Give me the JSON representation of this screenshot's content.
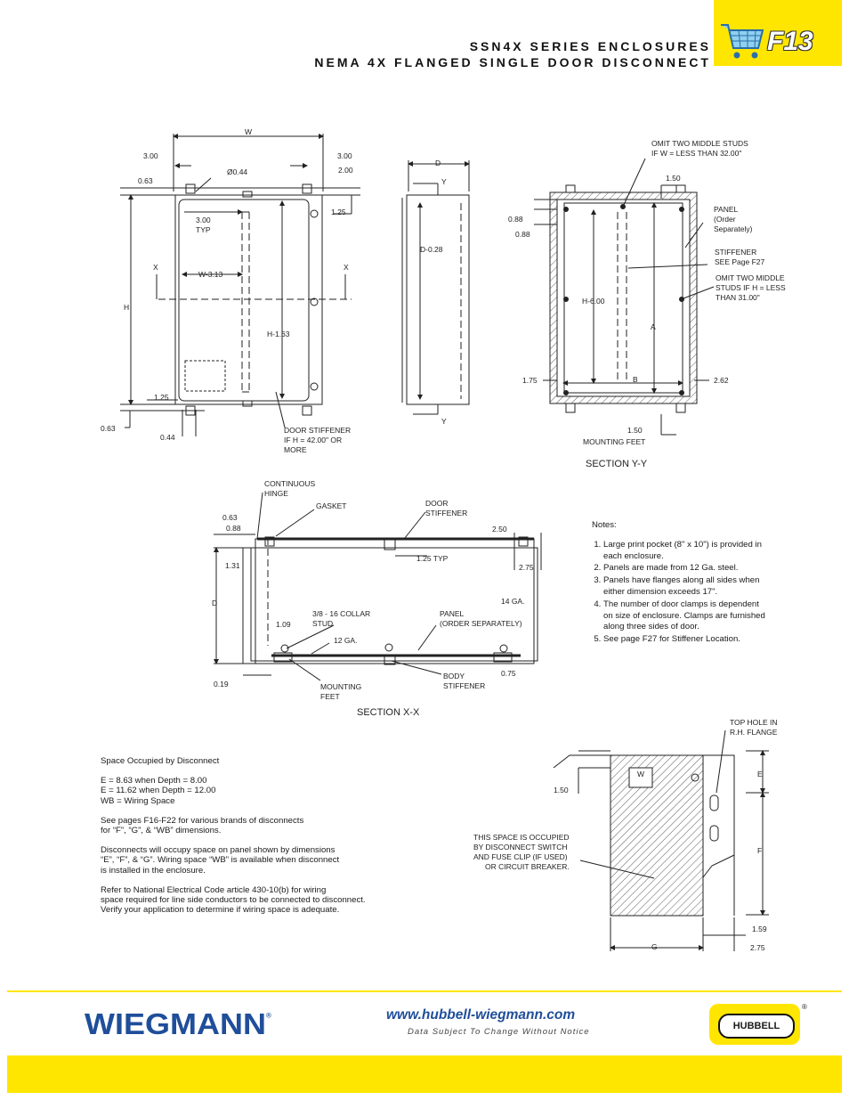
{
  "header": {
    "title_line1": "SSN4X SERIES ENCLOSURES",
    "title_line2": "NEMA 4X FLANGED SINGLE DOOR DISCONNECT",
    "page_code": "F13",
    "tab_color": "#ffe600",
    "icon": "shopping-cart-icon"
  },
  "front_view": {
    "dims": {
      "w": "W",
      "left_300": "3.00",
      "right_300": "3.00",
      "right_200": "2.00",
      "top_063": "0.63",
      "hole": "Ø0.44",
      "typ_300": "3.00",
      "typ": "TYP",
      "top_125": "1.25",
      "x_left": "X",
      "x_right": "X",
      "w_minus": "W-3.13",
      "h": "H",
      "h_minus": "H-1.63",
      "bot_125": "1.25",
      "bot_063": "0.63",
      "bot_044": "0.44"
    },
    "door_stiffener_1": "DOOR STIFFENER",
    "door_stiffener_2": "IF H = 42.00\" OR",
    "door_stiffener_3": "MORE"
  },
  "side_view": {
    "d": "D",
    "y_top": "Y",
    "d_minus": "D-0.28",
    "y_bot": "Y"
  },
  "section_yy": {
    "title": "SECTION Y-Y",
    "omit_w_1": "OMIT TWO MIDDLE STUDS",
    "omit_w_2": "IF W = LESS THAN 32.00\"",
    "dim_150_top": "1.50",
    "panel_1": "PANEL",
    "panel_2": "(Order",
    "panel_3": "Separately)",
    "stiff_1": "STIFFENER",
    "stiff_2": "SEE Page F27",
    "omit_h_1": "OMIT TWO MIDDLE",
    "omit_h_2": "STUDS IF H = LESS",
    "omit_h_3": "THAN 31.00\"",
    "dim_088a": "0.88",
    "dim_088b": "0.88",
    "h_minus_6": "H-6.00",
    "a": "A",
    "b": "B",
    "dim_175": "1.75",
    "dim_262": "2.62",
    "dim_150_bot": "1.50",
    "mounting_feet": "MOUNTING FEET"
  },
  "section_xx": {
    "title": "SECTION X-X",
    "hinge_1": "CONTINUOUS",
    "hinge_2": "HINGE",
    "gasket": "GASKET",
    "door_stiff_1": "DOOR",
    "door_stiff_2": "STIFFENER",
    "dim_063": "0.63",
    "dim_088": "0.88",
    "dim_250": "2.50",
    "dim_131": "1.31",
    "dim_125typ": "1.25 TYP",
    "dim_275": "2.75",
    "d": "D",
    "ga14": "14 GA.",
    "dim_109": "1.09",
    "collar_1": "3/8 - 16 COLLAR",
    "collar_2": "STUD",
    "panel_1": "PANEL",
    "panel_2": "(ORDER SEPARATELY)",
    "ga12": "12 GA.",
    "dim_019": "0.19",
    "dim_075": "0.75",
    "mfeet_1": "MOUNTING",
    "mfeet_2": "FEET",
    "bstiff_1": "BODY",
    "bstiff_2": "STIFFENER"
  },
  "notes": {
    "title": "Notes:",
    "items": [
      "Large print pocket (8\" x 10\") is provided in each enclosure.",
      "Panels are made from 12 Ga. steel.",
      "Panels have flanges along all sides when either dimension exceeds 17\".",
      "The number of door clamps is dependent on size of enclosure. Clamps are furnished along three sides of door.",
      "See page F27 for Stiffener Location."
    ]
  },
  "disconnect_info": {
    "p1": "Space Occupied by Disconnect",
    "p2": "E = 8.63 when Depth = 8.00\nE = 11.62 when Depth = 12.00\nWB = Wiring Space",
    "p3": "See pages F16-F22 for various brands of disconnects\nfor “F”, “G”, & “WB” dimensions.",
    "p4": "Disconnects will occupy space on panel shown by dimensions\n“E”, “F”, & “G”. Wiring space “WB” is available when disconnect\nis installed in the enclosure.",
    "p5": "Refer to National Electrical Code article 430-10(b) for wiring\nspace required for line side conductors to be connected to disconnect.\nVerify your application to determine if wiring space is adequate."
  },
  "disconnect_diagram": {
    "top_hole_1": "TOP HOLE IN",
    "top_hole_2": "R.H. FLANGE",
    "e": "E",
    "w": "W",
    "dim_150": "1.50",
    "occ_1": "THIS SPACE IS OCCUPIED",
    "occ_2": "BY DISCONNECT SWITCH",
    "occ_3": "AND FUSE CLIP (IF USED)",
    "occ_4": "OR CIRCUIT BREAKER.",
    "f": "F",
    "dim_159": "1.59",
    "g": "G",
    "dim_275": "2.75"
  },
  "footer": {
    "brand": "WIEGMANN",
    "reg_mark": "®",
    "url": "www.hubbell-wiegmann.com",
    "disclaimer": "Data Subject To Change Without Notice",
    "partner_logo": "HUBBELL",
    "partner_reg": "®",
    "brand_color": "#1f4e9a"
  }
}
